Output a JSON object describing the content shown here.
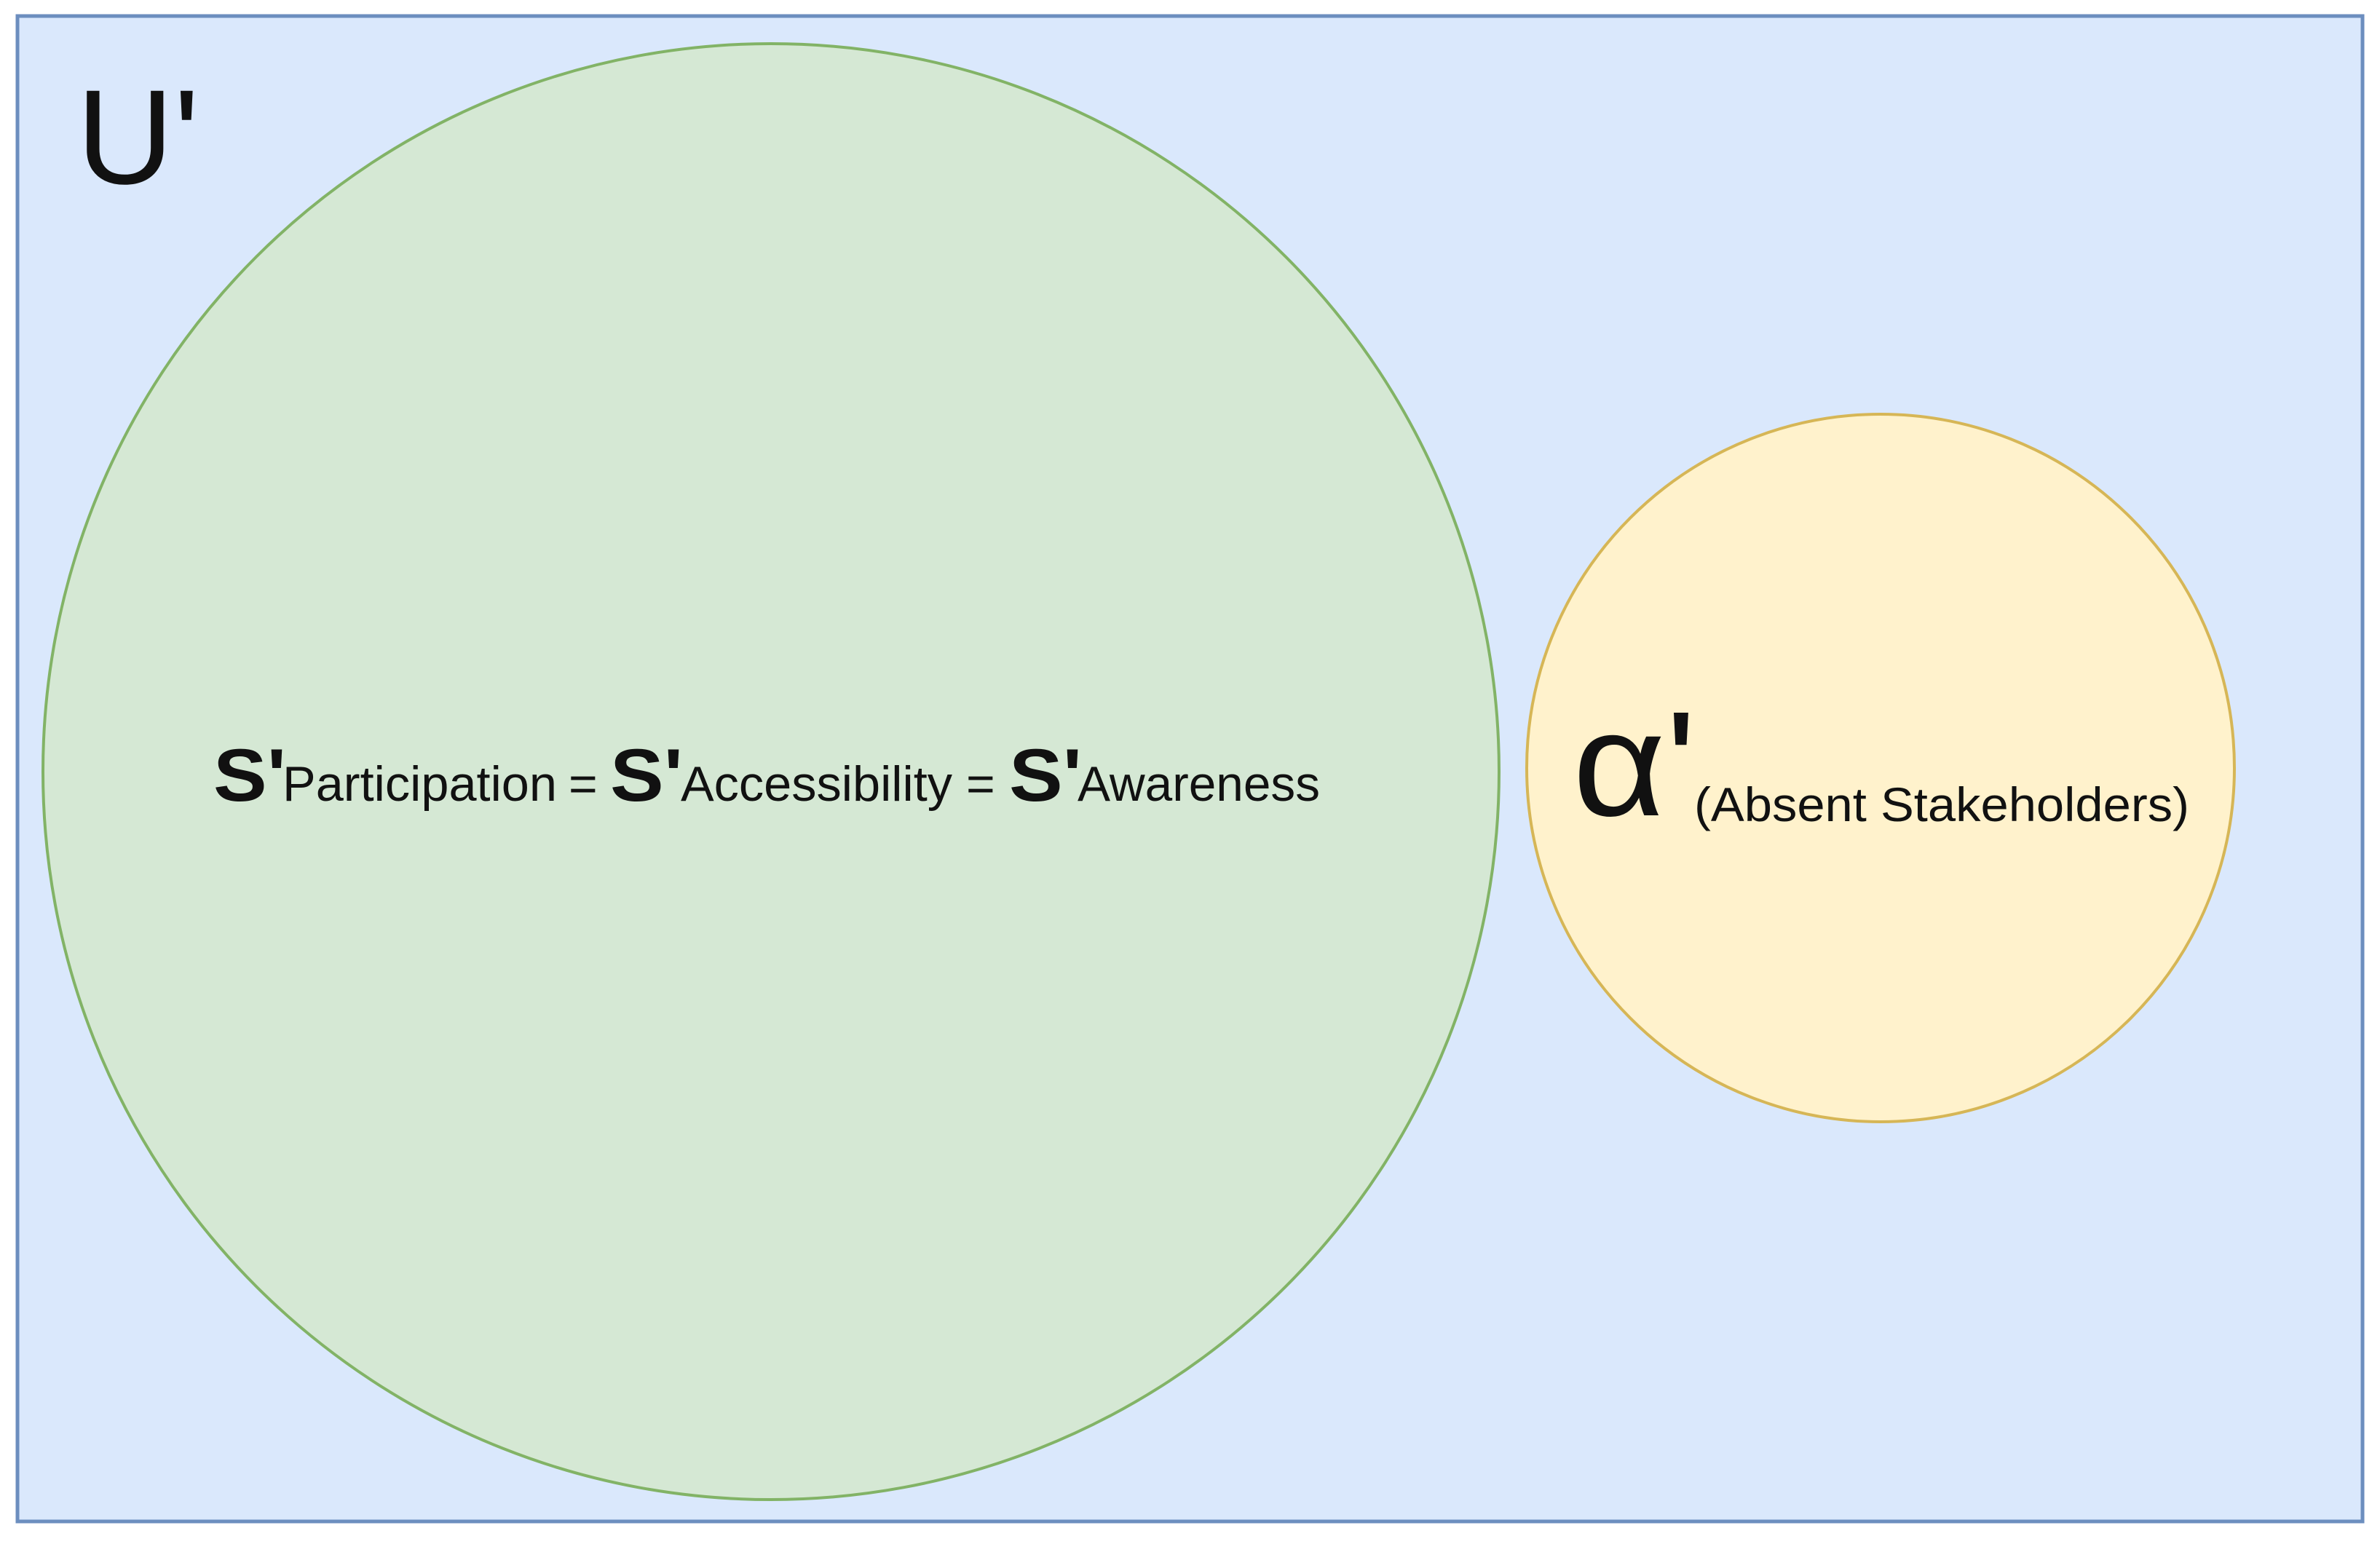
{
  "diagram": {
    "universe": {
      "label": "U'"
    },
    "set_s": {
      "symbol": "S'",
      "subscript_1": "Participation",
      "subscript_2": "Accessibility",
      "subscript_3": "Awareness",
      "equals": "="
    },
    "set_alpha": {
      "symbol": "α'",
      "subscript": "(Absent Stakeholders)"
    }
  },
  "colors": {
    "universe_fill": "#dae8fc",
    "universe_stroke": "#6c8ebf",
    "set_s_fill": "#d5e8d4",
    "set_s_stroke": "#82b366",
    "set_alpha_fill": "#fff2cc",
    "set_alpha_stroke": "#d6b656",
    "text": "#111111"
  }
}
